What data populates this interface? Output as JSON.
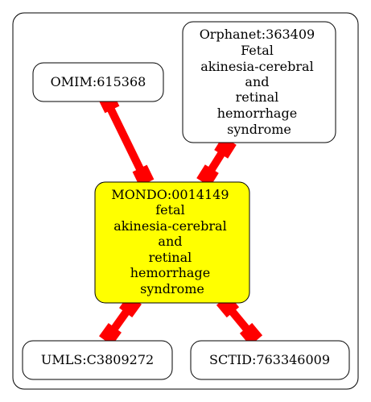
{
  "colors": {
    "background": "#ffffff",
    "edge": "#ff0000",
    "node_border": "#000000",
    "central_fill": "#ffff00",
    "node_fill": "#ffffff"
  },
  "nodes": {
    "omim": {
      "lines": [
        "OMIM:615368"
      ]
    },
    "orphanet": {
      "lines": [
        "Orphanet:363409",
        "Fetal",
        "akinesia-cerebral",
        "and",
        "retinal",
        "hemorrhage",
        "syndrome"
      ]
    },
    "mondo": {
      "lines": [
        "MONDO:0014149",
        "fetal",
        "akinesia-cerebral",
        "and",
        "retinal",
        "hemorrhage",
        "syndrome"
      ]
    },
    "umls": {
      "lines": [
        "UMLS:C3809272"
      ]
    },
    "sctid": {
      "lines": [
        "SCTID:763346009"
      ]
    }
  }
}
